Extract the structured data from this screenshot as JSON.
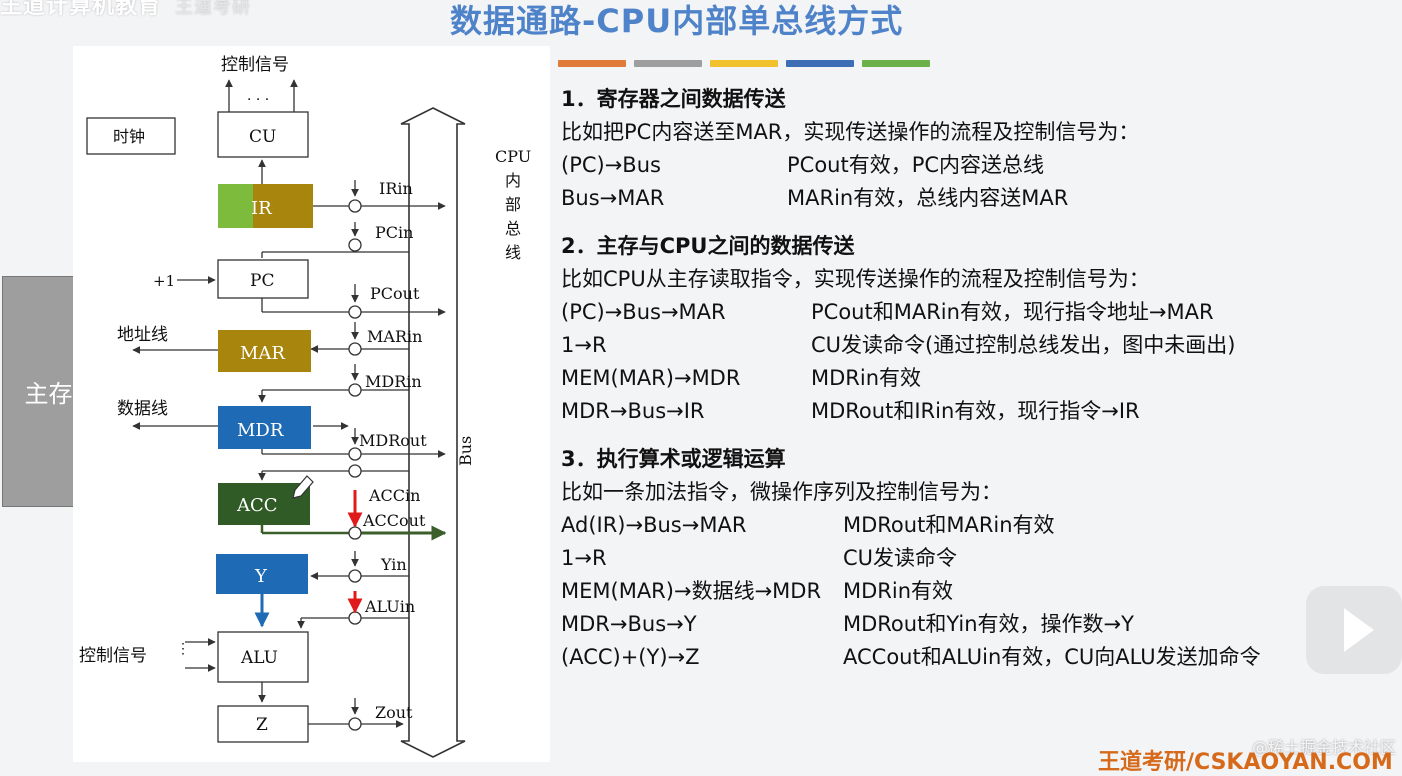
{
  "header": {
    "brand": "王道计算机教育",
    "brand_sub": "王道考研",
    "title": "数据通路-CPU内部单总线方式",
    "accent_colors": [
      "#4f83c9",
      "#e07b39",
      "#9e9e9e",
      "#f2c12e",
      "#3d6db5",
      "#6cb04a"
    ]
  },
  "memory": {
    "label": "主存"
  },
  "diagram": {
    "bus_title_chars": [
      "CPU",
      "内",
      "部",
      "总",
      "线"
    ],
    "bus_label": "Bus",
    "clock": "时钟",
    "cu": "CU",
    "control_signal_top": "控制信号",
    "ellipsis": "· · ·",
    "plus_one": "+1",
    "address_line": "地址线",
    "data_line": "数据线",
    "control_signal_left": "控制信号",
    "registers": {
      "ir": "IR",
      "pc": "PC",
      "mar": "MAR",
      "mdr": "MDR",
      "acc": "ACC",
      "y": "Y",
      "alu": "ALU",
      "z": "Z"
    },
    "signals": {
      "irin": "IRin",
      "pcin": "PCin",
      "pcout": "PCout",
      "marin": "MARin",
      "mdrin": "MDRin",
      "mdrout": "MDRout",
      "accin": "ACCin",
      "accout": "ACCout",
      "yin": "Yin",
      "aluin": "ALUin",
      "zout": "Zout"
    },
    "colors": {
      "ir_left": "#7dbb3c",
      "ir_right": "#a8860e",
      "mar": "#a8860e",
      "mdr": "#1f6ab5",
      "acc": "#305a26",
      "y": "#1f6ab5",
      "arrow_red": "#e01a1a",
      "arrow_green": "#3a5f2b",
      "arrow_blue": "#1f6ab5"
    }
  },
  "sections": [
    {
      "heading": "1．寄存器之间数据传送",
      "intro": "比如把PC内容送至MAR，实现传送操作的流程及控制信号为：",
      "rows": [
        {
          "op": "(PC)→Bus",
          "desc": "PCout有效，PC内容送总线"
        },
        {
          "op": "Bus→MAR",
          "desc": "MARin有效，总线内容送MAR"
        }
      ]
    },
    {
      "heading": "2．主存与CPU之间的数据传送",
      "intro": "比如CPU从主存读取指令，实现传送操作的流程及控制信号为：",
      "rows": [
        {
          "op": "(PC)→Bus→MAR",
          "desc": "PCout和MARin有效，现行指令地址→MAR"
        },
        {
          "op": "1→R",
          "desc": "CU发读命令(通过控制总线发出，图中未画出)"
        },
        {
          "op": "MEM(MAR)→MDR",
          "desc": "MDRin有效"
        },
        {
          "op": "MDR→Bus→IR",
          "desc": "MDRout和IRin有效，现行指令→IR"
        }
      ]
    },
    {
      "heading": "3．执行算术或逻辑运算",
      "intro": "比如一条加法指令，微操作序列及控制信号为：",
      "rows": [
        {
          "op": "Ad(IR)→Bus→MAR",
          "desc": "MDRout和MARin有效"
        },
        {
          "op": "1→R",
          "desc": "CU发读命令"
        },
        {
          "op": "MEM(MAR)→数据线→MDR",
          "desc": "MDRin有效"
        },
        {
          "op": "MDR→Bus→Y",
          "desc": "MDRout和Yin有效，操作数→Y"
        },
        {
          "op": "(ACC)+(Y)→Z",
          "desc": "ACCout和ALUin有效，CU向ALU发送加命令"
        }
      ]
    }
  ],
  "footer": {
    "watermark": "@稀土掘金技术社区",
    "brand": "王道考研/CSKAOYAN.COM",
    "play_icon": "play-icon"
  }
}
